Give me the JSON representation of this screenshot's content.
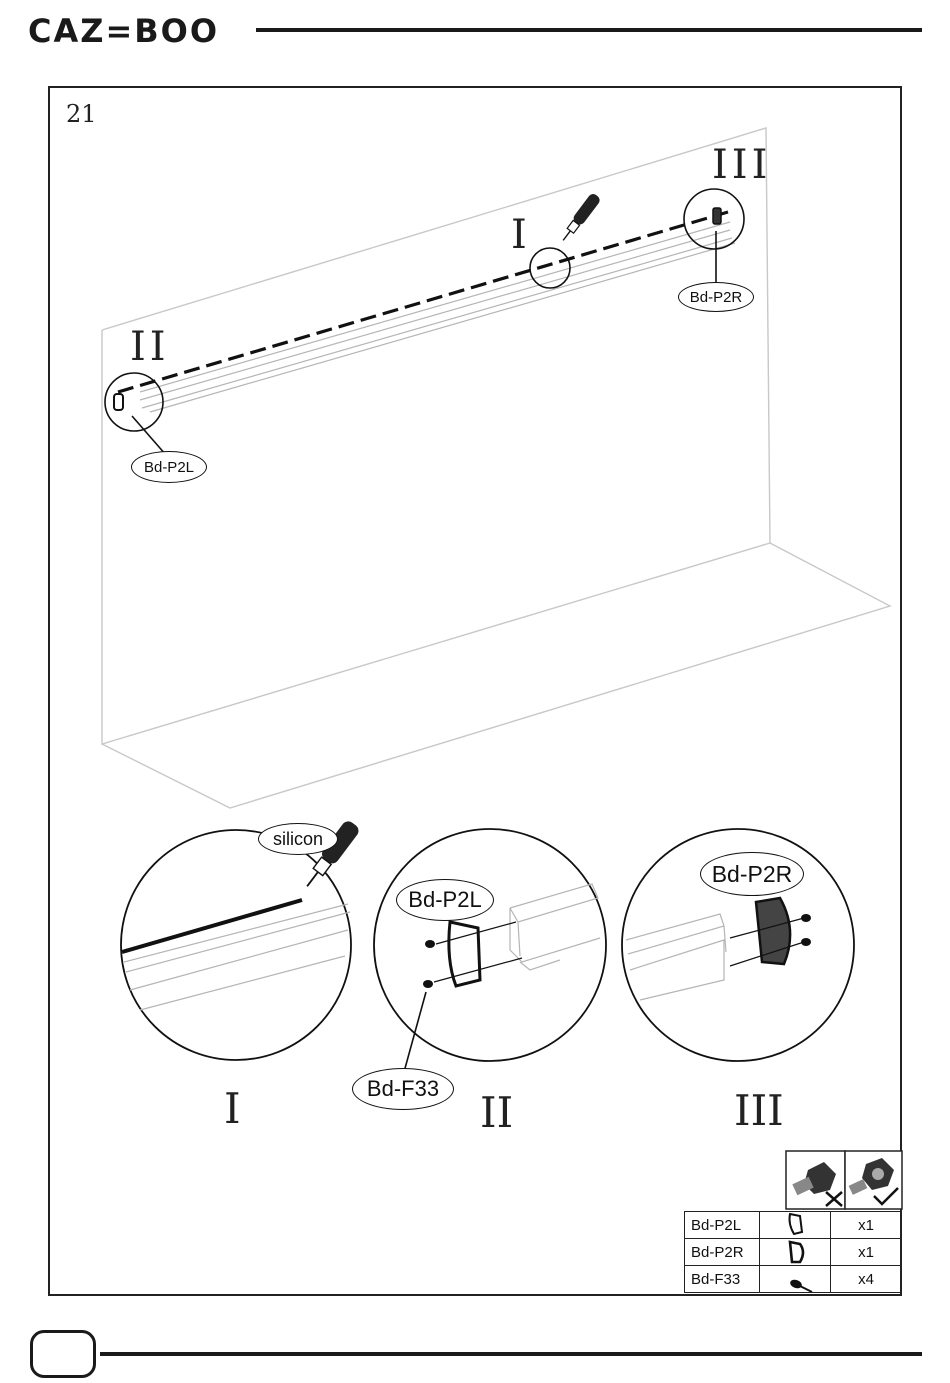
{
  "header": {
    "brand": "CAZ=BOO"
  },
  "step": {
    "number": "21"
  },
  "overview": {
    "label_I": "I",
    "label_II": "II",
    "label_III": "III",
    "callout_left": "Bd-P2L",
    "callout_right": "Bd-P2R"
  },
  "details": [
    {
      "roman": "I",
      "callout": "silicon"
    },
    {
      "roman": "II",
      "callout": "Bd-P2L",
      "screw_callout": "Bd-F33"
    },
    {
      "roman": "III",
      "callout": "Bd-P2R"
    }
  ],
  "tool_icons": [
    "bolt-crossed-icon",
    "bolt-checked-icon"
  ],
  "parts_list": [
    {
      "code": "Bd-P2L",
      "icon": "end-cap-left-icon",
      "qty": "x1"
    },
    {
      "code": "Bd-P2R",
      "icon": "end-cap-right-icon",
      "qty": "x1"
    },
    {
      "code": "Bd-F33",
      "icon": "screw-icon",
      "qty": "x4"
    }
  ]
}
